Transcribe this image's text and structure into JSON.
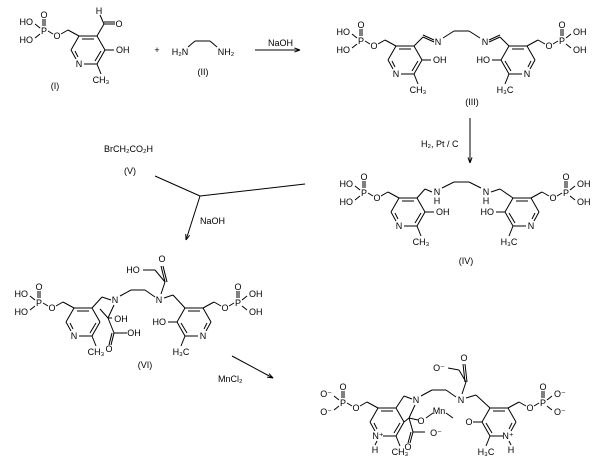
{
  "compounds": {
    "I": "(I)",
    "II": "(II)",
    "III": "(III)",
    "IV": "(IV)",
    "V": "(V)",
    "VI": "(VI)"
  },
  "reagents": {
    "plus": "+",
    "naoh_1": "NaOH",
    "hydrogenation": "H₂, Pt / C",
    "bromoacetic_acid": "BrCH₂CO₂H",
    "naoh_2": "NaOH",
    "mncl2": "MnCl₂"
  },
  "atoms": {
    "HO": "HO",
    "OH": "OH",
    "O": "O",
    "P": "P",
    "N": "N",
    "H": "H",
    "CH3": "CH₃",
    "H3C": "H₃C",
    "H2N": "H₂N",
    "NH2": "NH₂",
    "O_minus": "O⁻",
    "N_plus": "N⁺",
    "Mn": "Mn"
  },
  "colors": {
    "ink": "#000000",
    "background": "#ffffff"
  }
}
